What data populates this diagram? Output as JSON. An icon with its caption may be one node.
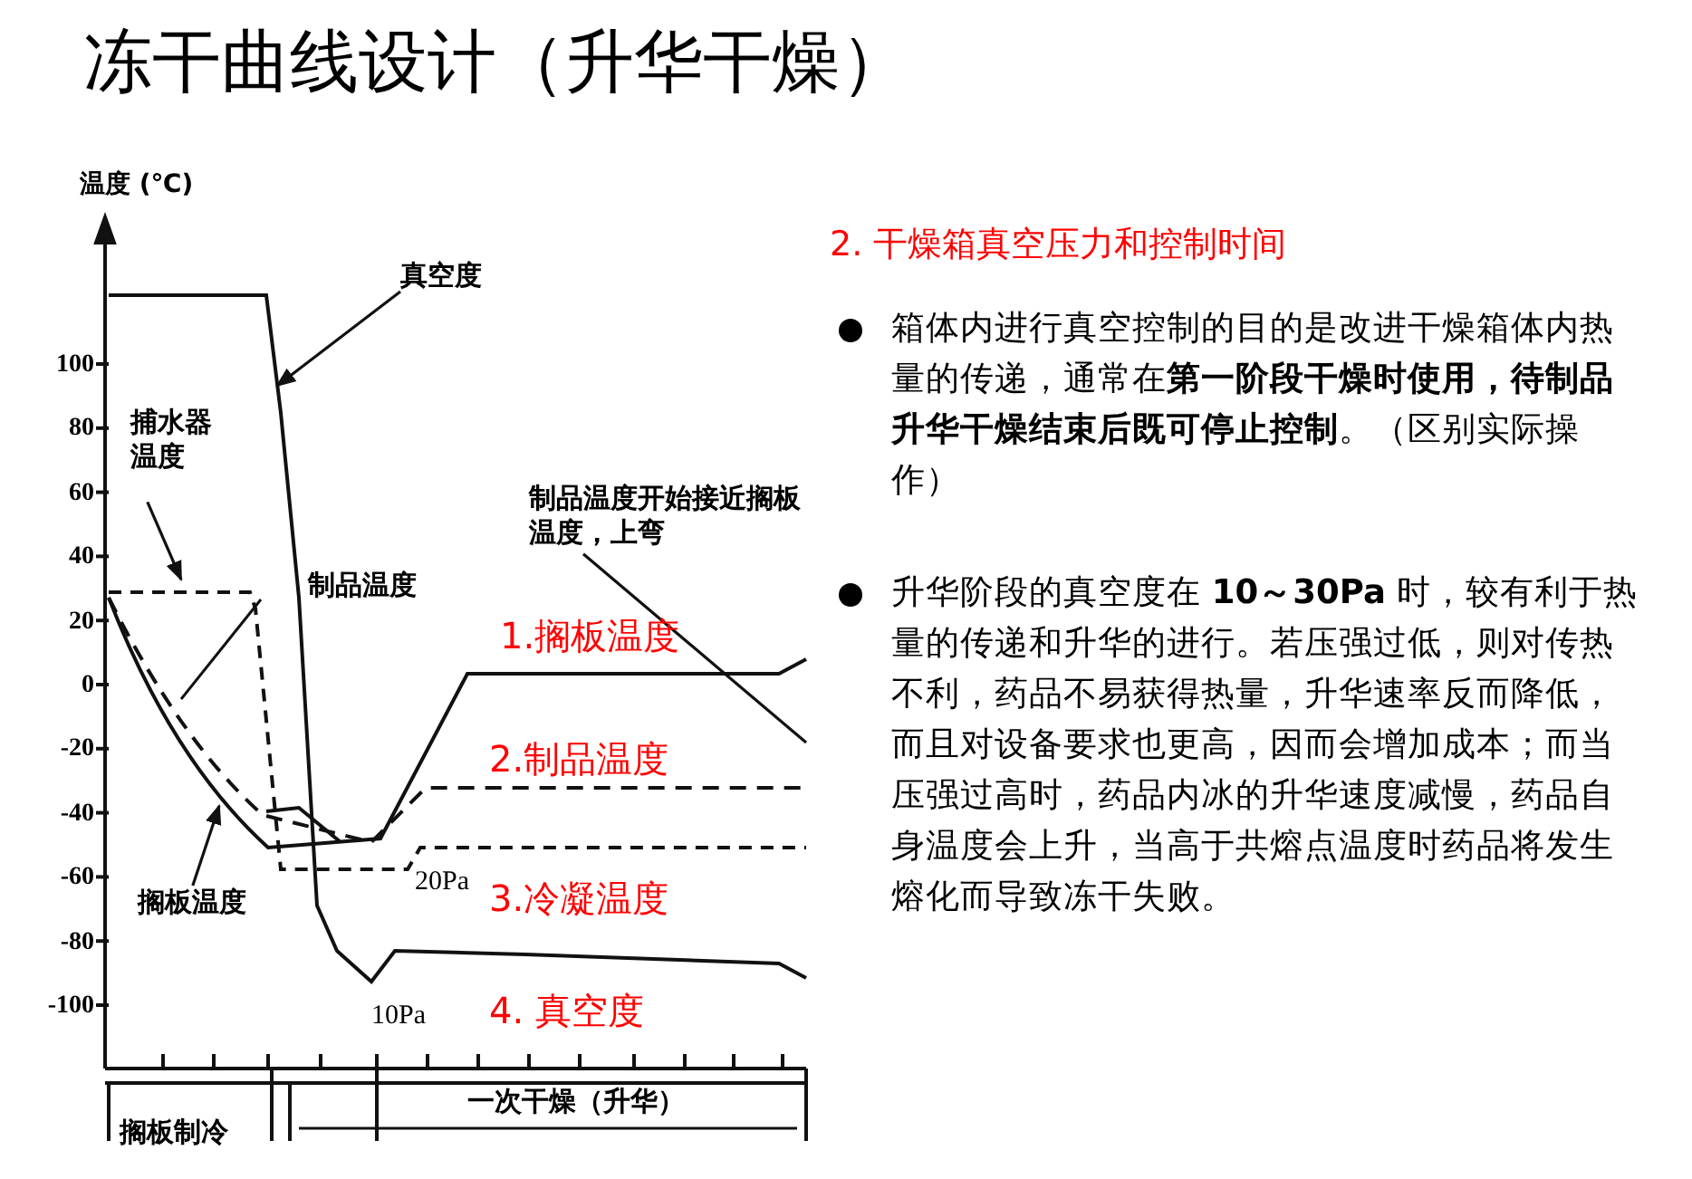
{
  "diagram": {
    "title": "冻干曲线设计（升华干燥）",
    "nodes": [
      {
        "text": [
          "真空度"
        ]
      },
      {
        "text": [
          "捕水器温度"
        ]
      },
      {
        "text": [
          "制品温度"
        ]
      },
      {
        "text": [
          "制品温度开始接近搁板温度，上弯"
        ]
      },
      {
        "text": [
          "搁板温度"
        ]
      }
    ],
    "edges": [
      {
        "from": 0,
        "to": null,
        "arrow": "to"
      },
      {
        "from": 1,
        "to": null,
        "arrow": "to"
      },
      {
        "from": 4,
        "to": null,
        "arrow": "to"
      },
      {
        "from": 3,
        "to": null,
        "arrow": "none"
      }
    ],
    "labels": [
      "温度 (℃)",
      "100",
      "80",
      "60",
      "40",
      "20",
      "0",
      "-20",
      "-40",
      "-60",
      "-80",
      "-100",
      "20Pa",
      "10Pa",
      "一次干燥（升华）",
      "搁板制冷",
      "1.搁板温度",
      "2.制品温度",
      "3.冷凝温度",
      "4. 真空度",
      "2.  干燥箱真空压力和控制时间",
      "箱体内进行真空控制的目的是改进干燥箱体内热量的传递，通常在**第一阶段干燥时使用，待制品升华干燥结束后既可停止控制**。（区别实际操作）",
      "升华阶段的真空度在 **10～30Pa** 时，较有利于热量的传递和升华的进行。若压强过低，则对传热不利，药品不易获得热量，升华速率反而降低，而且对设备要求也更高，因而会增加成本；而当压强过高时，药品内冰的升华速度减慢，药品自身温度会上升，当高于共熔点温度时药品将发生熔化而导致冻干失败。"
    ]
  }
}
